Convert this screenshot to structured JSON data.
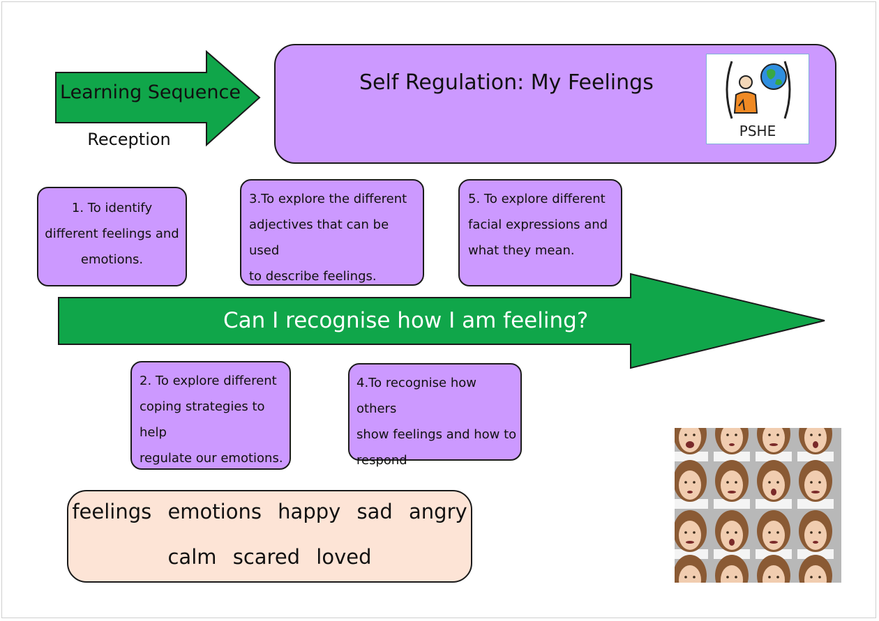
{
  "header": {
    "sequence_label": "Learning Sequence",
    "stage": "Reception",
    "title": "Self Regulation: My Feelings",
    "subject_badge": "PSHE"
  },
  "main_question": "Can I recognise how I am feeling?",
  "objectives": [
    {
      "lines": [
        "1. To identify",
        "different feelings and",
        "emotions."
      ]
    },
    {
      "lines": [
        "2. To explore different",
        "coping strategies to help",
        "regulate our emotions."
      ]
    },
    {
      "lines": [
        "3.To explore the different",
        "adjectives that can be used",
        "to describe feelings."
      ]
    },
    {
      "lines": [
        "4.To recognise how others",
        "show feelings and how to",
        "respond"
      ]
    },
    {
      "lines": [
        "5. To explore different",
        "facial expressions and",
        "what they mean."
      ]
    }
  ],
  "vocabulary": {
    "line1": "feelings emotions happy sad angry",
    "line2": "calm scared loved"
  },
  "icons": {
    "pshe": "pshe-symbol-icon",
    "faces": "facial-expressions-photo"
  },
  "colors": {
    "arrow_green": "#10a64a",
    "card_purple": "#cc99ff",
    "vocab_peach": "#fde4d6"
  }
}
